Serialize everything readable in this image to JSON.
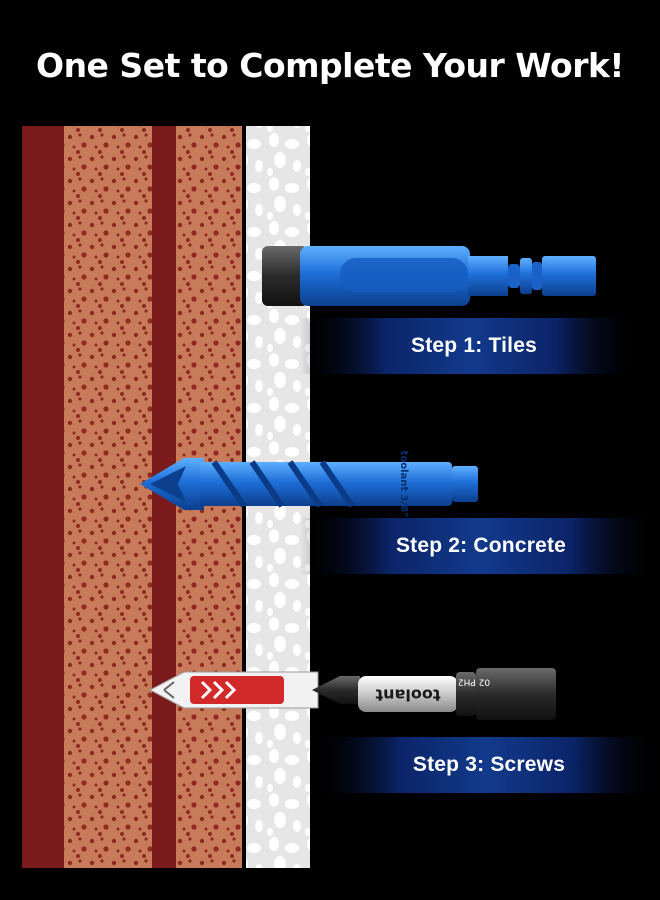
{
  "headline": "One Set to Complete Your Work!",
  "steps": [
    {
      "label": "Step 1: Tiles"
    },
    {
      "label": "Step 2: Concrete"
    },
    {
      "label": "Step 3: Screws"
    }
  ],
  "tools": {
    "drill_bit_marking": "toolant 3/8\"",
    "screw_bit_brand": "toolant",
    "screw_bit_code": "02 PH2"
  },
  "colors": {
    "background": "#000000",
    "brick_dark": "#7a1a1a",
    "brick_light": "#c87b5a",
    "brick_dots": "#8f2a22",
    "tile_white": "#e4e4e4",
    "tool_blue": "#1f6fd1",
    "plug_red": "#d22a2a",
    "banner_blue": "#0d2a6b"
  },
  "icons": {
    "tile_bit": "diamond-core-bit-icon",
    "drill_bit": "tile-drill-bit-icon",
    "screw_bit": "phillips-screw-bit-icon",
    "wall_plug": "wall-plug-icon"
  }
}
